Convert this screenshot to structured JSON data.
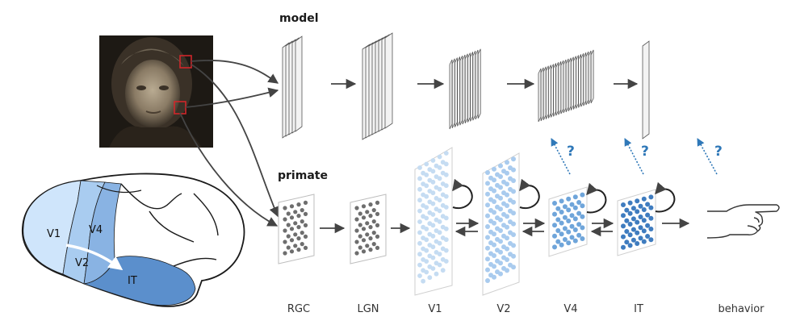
{
  "labels": {
    "model": "model",
    "primate": "primate"
  },
  "stages": [
    "RGC",
    "LGN",
    "V1",
    "V2",
    "V4",
    "IT",
    "behavior"
  ],
  "brain_regions": [
    "V1",
    "V4",
    "V2",
    "IT"
  ],
  "question_mark": "?",
  "colors": {
    "arrow": "#444444",
    "question": "#2f78b8",
    "dots_gray": "#6e6e6e",
    "v1_dots": "#c5dcf2",
    "v2_dots": "#a9cbee",
    "v4_dots": "#6fa5da",
    "it_dots": "#3f7cbf",
    "brain_v1": "#cfe5fb",
    "brain_v2": "#a9ccf0",
    "brain_v4": "#89b3e3",
    "brain_it": "#5b8fcc"
  }
}
